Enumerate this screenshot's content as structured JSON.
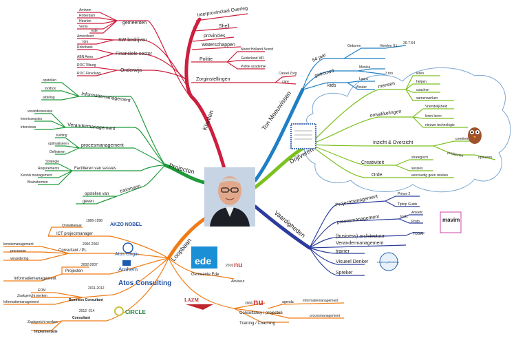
{
  "center": {
    "photo_icon": "portrait-photo"
  },
  "colors": {
    "klanten": "#cc1f3f",
    "projecten": "#1f9a3a",
    "loopbaan": "#f07b14",
    "ton": "#1f7fc4",
    "drijfveren": "#7cc11f",
    "vaardigheden": "#2b3c9c",
    "green_text": "#36a02c",
    "red_text": "#d13232"
  },
  "klanten": {
    "label": "Klanten",
    "children": [
      "Interprovinciaal Overleg",
      "Shell",
      "provincies",
      "Waterschappen",
      "Politie",
      "Zorginstellingen"
    ],
    "politie": [
      "Noord Holland Noord",
      "Gelderland MD",
      "Politie academie"
    ],
    "zorg": [
      "Careel Zorg",
      "care"
    ],
    "gemeenten": {
      "label": "gemeenten",
      "items": [
        "Arnhem",
        "Rotterdam",
        "Heerlen",
        "Venlo",
        "Ede"
      ]
    },
    "sw": {
      "label": "SW bedrijven",
      "items": [
        "Amersfoort",
        "Idm"
      ]
    },
    "fin": {
      "label": "Financiële sector",
      "items": [
        "Robobank",
        "ABN Amro"
      ]
    },
    "onderwijs": {
      "label": "Onderwijs",
      "items": [
        "ROC Tilburg",
        "ROC Flevoland"
      ]
    }
  },
  "projecten": {
    "label": "Projecten",
    "informatie": {
      "label": "Informatiemanagement",
      "items": [
        "opstellen",
        "toolbox",
        "afdeling"
      ]
    },
    "verander": {
      "label": "Verandermanagement",
      "items": [
        "verandersessies",
        "kennissessies",
        "interviews"
      ]
    },
    "proces": {
      "label": "procesmanagement",
      "items": [
        "Ketting",
        "optimaliseren",
        "Definieren"
      ]
    },
    "facil": {
      "label": "Faciliteren van sessies",
      "items": [
        "Strategie",
        "Requirements",
        "Kennis management",
        "Brainstormen"
      ]
    },
    "trainingen": {
      "label": "trainingen",
      "items": [
        "opstellen van",
        "geven"
      ]
    }
  },
  "loopbaan": {
    "label": "Loopbaan",
    "akzo": {
      "years": "1986-1998",
      "items": [
        "Ontwikkelaar",
        "ICT projectmanager"
      ],
      "logo": "AKZO NOBEL"
    },
    "origin": {
      "years": "2000-2002",
      "role": "Consultant / PL",
      "items": [
        "kennismanagement",
        "processen",
        "verandering"
      ],
      "logo": "Atos Origin"
    },
    "arnhem": {
      "years": "2002-2007",
      "items": [
        "Projecten",
        "Informatiemanagement"
      ],
      "logo": "Arnhem"
    },
    "atos": {
      "years": "2011-2012",
      "role": "Business Consultant",
      "items": [
        "EOM",
        "Zaakgericht werken",
        "Informatiemanagement"
      ],
      "logo": "Atos Consulting"
    },
    "circle": {
      "years": "2012 -214",
      "role": "Consultant",
      "items": [
        "Zaakgericht werken",
        "Implementatie"
      ],
      "logo": "CIRCLE"
    },
    "ede": {
      "label": "Gemeente Ede",
      "logo": "ede",
      "items": [
        "2016",
        "nu",
        "Adviseur"
      ]
    },
    "lazm": {
      "years": "2006",
      "nu": "nu",
      "items": [
        "Consultancy / projecten",
        "Training / Coaching"
      ],
      "sub": [
        "agenda",
        "Informatiemanagement",
        "procesmanagement"
      ],
      "logo": "LAZM"
    }
  },
  "ton": {
    "label": "Ton Meeuwissen",
    "items": [
      "54 jaar",
      "getrouwd",
      "kids"
    ],
    "details": [
      "Geboren",
      "Heerlen (L)",
      "26-7-64",
      "Monica",
      "3 ton",
      "Laura",
      "Wouter"
    ]
  },
  "drijfveren": {
    "label": "Drijfveren",
    "items": [
      "mensen",
      "ontwikkelingen",
      "Inzicht & Overzicht",
      "Creativiteit",
      "Orde"
    ],
    "mensen": [
      "leren",
      "helpen",
      "coachen",
      "samenwerken"
    ],
    "ontw": [
      "Vriendelijkheid",
      "leren leren",
      "nieuwe technologie"
    ],
    "inzicht": [
      "creeëren",
      "problemen",
      "oplossen"
    ],
    "creat": [
      "strategisch",
      "sessies"
    ],
    "orde": [
      "eenvoudig geen relaties"
    ]
  },
  "vaardigheden": {
    "label": "Vaardigheden",
    "items": [
      "Projectmanagement",
      "procesmanagement",
      "(business) architectuur",
      "Verandermanagement",
      "trainer",
      "Visueel Denker",
      "Spreker"
    ],
    "pm": [
      "Prince 2",
      "Tiptop Guide"
    ],
    "proc": [
      "tools",
      "Aris/etc",
      "Proto"
    ],
    "arch": [
      "TOGAF"
    ],
    "logos": [
      "mavim",
      "LearningMindMap"
    ]
  }
}
